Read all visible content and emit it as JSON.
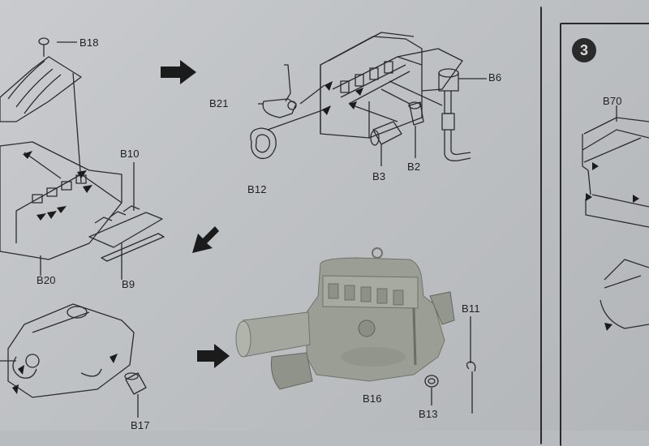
{
  "step": {
    "number": "3"
  },
  "parts": {
    "b18": "B18",
    "b10": "B10",
    "b20": "B20",
    "b9": "B9",
    "b17": "B17",
    "b21": "B21",
    "b12": "B12",
    "b3": "B3",
    "b2": "B2",
    "b6": "B6",
    "b11": "B11",
    "b16": "B16",
    "b13": "B13",
    "b70": "B70"
  },
  "colors": {
    "paper": "#c4c6c9",
    "ink": "#1f1f1f",
    "model_gray": "#9a9e94"
  }
}
